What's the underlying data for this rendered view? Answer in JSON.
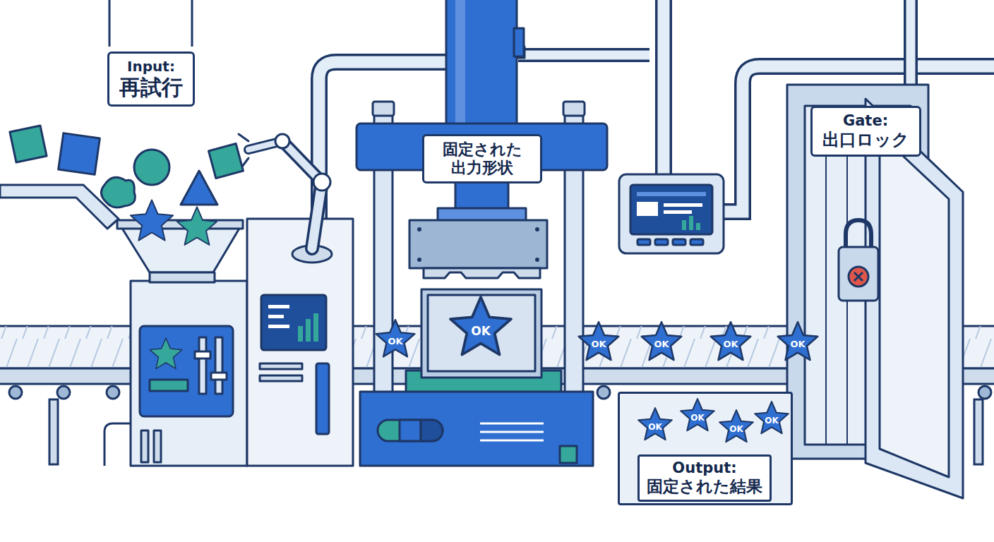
{
  "diagram": {
    "nodes": [
      {
        "text": [
          "Input:",
          "再試行"
        ]
      },
      {
        "text": [
          "固定された 出力形状"
        ]
      },
      {
        "text": [
          "OK"
        ]
      },
      {
        "text": [
          "OK"
        ]
      },
      {
        "text": [
          "OK"
        ]
      },
      {
        "text": [
          "OK"
        ]
      },
      {
        "text": [
          "OK"
        ]
      },
      {
        "text": [
          "OK"
        ]
      },
      {
        "text": [
          "Gate:",
          "出口ロック"
        ]
      },
      {
        "text": [
          "Output:",
          "固定された結果"
        ]
      },
      {
        "text": [
          "OK"
        ],
        "in": 9
      },
      {
        "text": [
          "OK"
        ],
        "in": 9
      },
      {
        "text": [
          "OK"
        ],
        "in": 9
      },
      {
        "text": [
          "OK"
        ],
        "in": 9
      }
    ]
  }
}
